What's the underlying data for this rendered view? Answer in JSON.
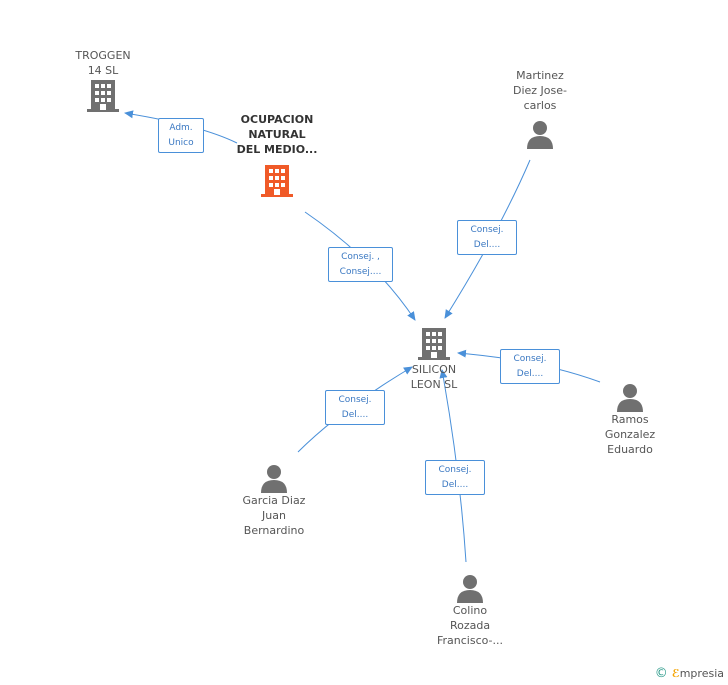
{
  "nodes": {
    "troggen": "TROGGEN\n14 SL",
    "ocupacion": "OCUPACION\nNATURAL\nDEL MEDIO...",
    "silicon": "SILICON\nLEON SL",
    "martinez": "Martinez\nDiez Jose-\ncarlos",
    "ramos": "Ramos\nGonzalez\nEduardo",
    "garcia": "Garcia Diaz\nJuan\nBernardino",
    "colino": "Colino\nRozada\nFrancisco-..."
  },
  "edges": {
    "adm_unico": "Adm.\nUnico",
    "consej_consej": "Consej. ,\nConsej....",
    "martinez_del": "Consej.\nDel....",
    "ramos_del": "Consej.\nDel....",
    "garcia_del": "Consej.\nDel....",
    "colino_del": "Consej.\nDel...."
  },
  "colors": {
    "edge": "#4a90d9",
    "company": "#707070",
    "company_main": "#f05a28",
    "person": "#707070"
  },
  "footer": {
    "copyright": "©",
    "brand_first": "ℰ",
    "brand_rest": "mpresia"
  }
}
